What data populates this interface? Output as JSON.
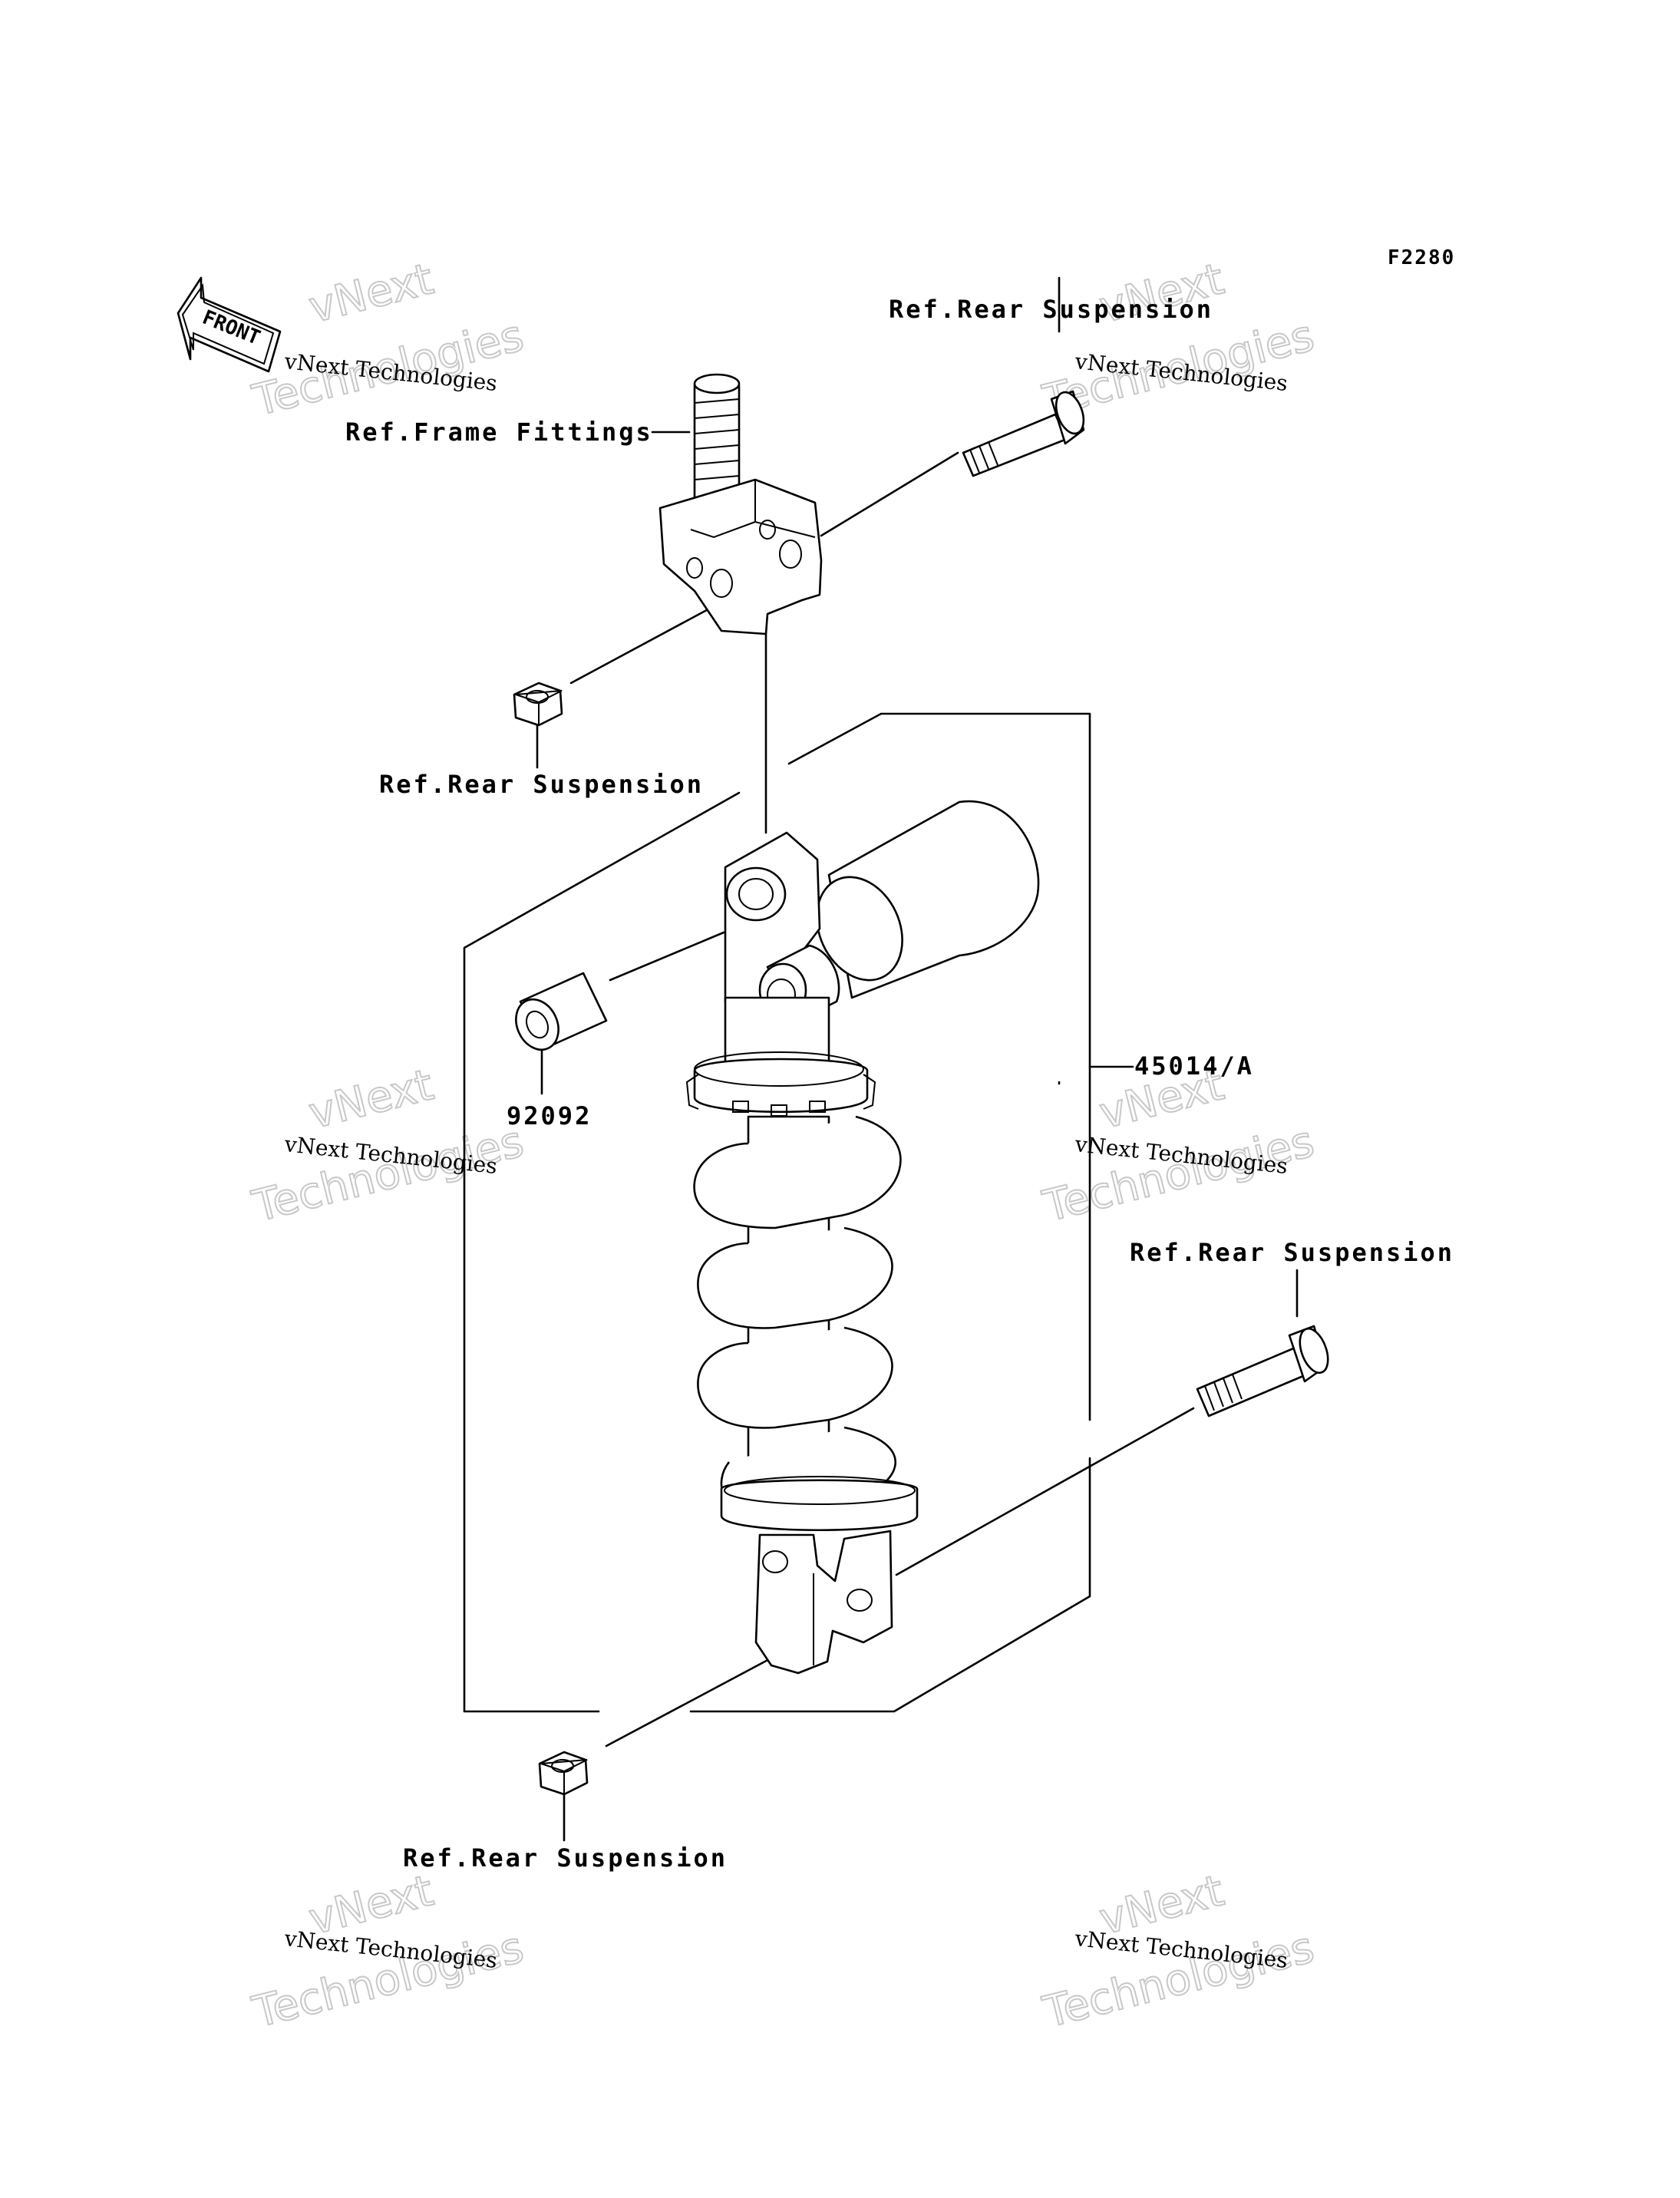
{
  "figure_code": "F2280",
  "front_badge": "FRONT",
  "labels": {
    "ref_rear_top": "Ref.Rear Suspension",
    "ref_frame_fittings": "Ref.Frame Fittings",
    "ref_rear_mid_left": "Ref.Rear Suspension",
    "ref_rear_right": "Ref.Rear Suspension",
    "ref_rear_bottom": "Ref.Rear Suspension",
    "part_shock_absorber": "45014/A",
    "part_collar": "92092"
  },
  "watermarks": [
    {
      "line1": "vNext",
      "line2": "vNext Technologies",
      "line3": "Technologies"
    },
    {
      "line1": "vNext",
      "line2": "vNext Technologies",
      "line3": "Technologies"
    },
    {
      "line1": "vNext",
      "line2": "vNext Technologies",
      "line3": "Technologies"
    },
    {
      "line1": "vNext",
      "line2": "vNext Technologies",
      "line3": "Technologies"
    },
    {
      "line1": "vNext",
      "line2": "vNext Technologies",
      "line3": "Technologies"
    },
    {
      "line1": "vNext",
      "line2": "vNext Technologies",
      "line3": "Technologies"
    }
  ]
}
